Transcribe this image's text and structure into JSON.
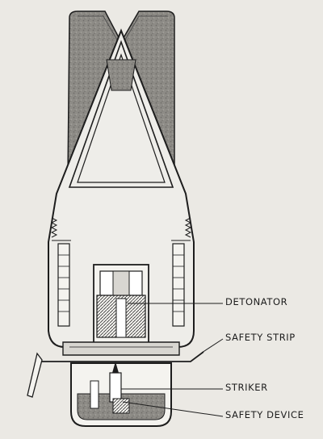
{
  "figure": {
    "labels": {
      "detonator": "DETONATOR",
      "safety_strip": "SAFETY STRIP",
      "striker": "STRIKER",
      "safety_device": "SAFETY DEVICE"
    },
    "colors": {
      "paper": "#ebe9e4",
      "ink": "#1d1d1d",
      "explosive_fill": "#eeede9",
      "stipple_fill": "#8d8b86"
    }
  }
}
